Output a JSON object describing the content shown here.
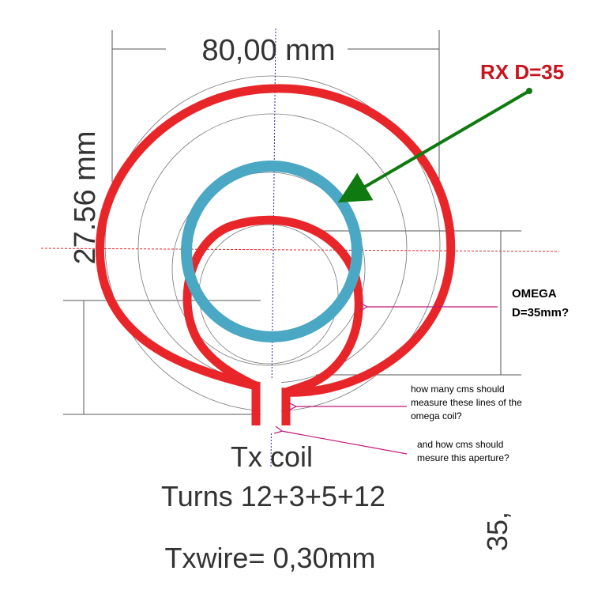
{
  "dimensions": {
    "width_label": "80,00 mm",
    "height_label": "27.56 mm"
  },
  "rx_label": "RX D=35",
  "omega_label": {
    "line1": "OMEGA",
    "line2": "D=35mm?"
  },
  "question1": {
    "line1": "how many cms should",
    "line2": "measure these lines of the",
    "line3": "omega coil?"
  },
  "question2": {
    "line1": "and how cms should",
    "line2": "mesure this aperture?"
  },
  "tx_caption": {
    "line1": "Tx coil",
    "line2": "Turns 12+3+5+12",
    "line3": "Txwire= 0,30mm"
  },
  "corner_label": "35,",
  "colors": {
    "tx_coil": "#e8262a",
    "rx_coil": "#4aa8c4",
    "rx_arrow": "#0f7a0f",
    "rx_label": "#c8141e",
    "pointer": "#c0147a",
    "guide": "#555555",
    "center_h": "#e8262a",
    "center_v": "#2a2aa8"
  }
}
